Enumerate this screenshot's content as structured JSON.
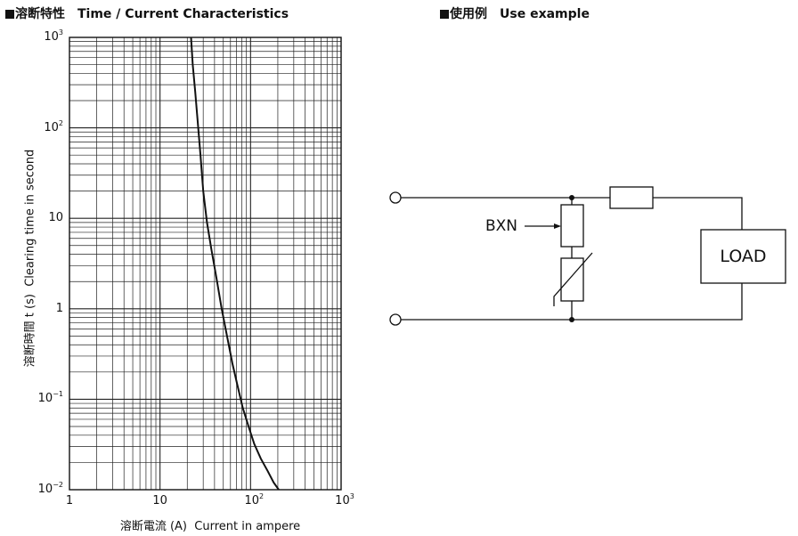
{
  "left_heading": "溶断特性　Time / Current Characteristics",
  "right_heading": "使用例　Use example",
  "chart_data": {
    "type": "line",
    "title": "溶断特性　Time / Current Characteristics",
    "xlabel": "溶断電流 (A)  Current in ampere",
    "ylabel": "溶断時間 t (s)  Clearing time in second",
    "xscale": "log",
    "yscale": "log",
    "xlim": [
      1,
      1000
    ],
    "ylim": [
      0.01,
      1000
    ],
    "grid": true,
    "x_ticks": [
      {
        "base": "1",
        "exp": ""
      },
      {
        "base": "10",
        "exp": ""
      },
      {
        "base": "10",
        "exp": "2"
      },
      {
        "base": "10",
        "exp": "3"
      }
    ],
    "y_ticks": [
      {
        "base": "10",
        "exp": "−2"
      },
      {
        "base": "10",
        "exp": "−1"
      },
      {
        "base": "1",
        "exp": ""
      },
      {
        "base": "10",
        "exp": ""
      },
      {
        "base": "10",
        "exp": "2"
      },
      {
        "base": "10",
        "exp": "3"
      }
    ],
    "series": [
      {
        "x": [
          22,
          23,
          24.5,
          26,
          28,
          30,
          33,
          37,
          42,
          48,
          55,
          63,
          72,
          82,
          95,
          110,
          130,
          155,
          180,
          205
        ],
        "y": [
          1000,
          500,
          250,
          120,
          50,
          20,
          9,
          4.5,
          2.2,
          1.0,
          0.5,
          0.25,
          0.14,
          0.08,
          0.05,
          0.032,
          0.022,
          0.016,
          0.012,
          0.01
        ]
      }
    ]
  },
  "diagram": {
    "component_label": "BXN",
    "load_label": "LOAD"
  }
}
